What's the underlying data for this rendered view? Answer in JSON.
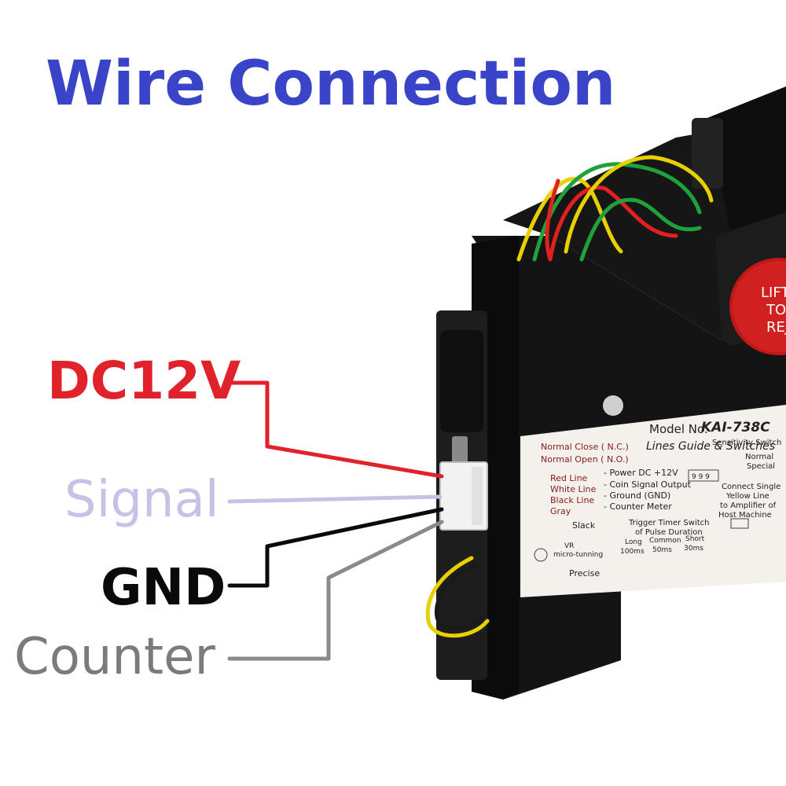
{
  "title": "Wire Connection",
  "wires": [
    {
      "label": "DC12V",
      "color": "#e0222a"
    },
    {
      "label": "Signal",
      "color": "#c6c2e6"
    },
    {
      "label": "GND",
      "color": "#0a0a0a"
    },
    {
      "label": "Counter",
      "color": "#7b7b7b"
    }
  ],
  "device": {
    "knob_text": [
      "LIFT",
      "TO",
      "REJ"
    ],
    "model_label": "Model No.",
    "model_number": "KAI-738C",
    "guide_title": "Lines Guide & Switches",
    "switch_modes": [
      "Normal Close ( N.C.)",
      "Normal Open ( N.O.)"
    ],
    "sensitivity_switch": "Sensitivity Switch",
    "sensitivity_modes": [
      "Normal",
      "Special"
    ],
    "lines": [
      {
        "name": "Red Line",
        "desc": "- Power DC +12V"
      },
      {
        "name": "White Line",
        "desc": "- Coin Signal Output"
      },
      {
        "name": "Black Line",
        "desc": "- Ground (GND)"
      },
      {
        "name": "Gray",
        "desc": "- Counter Meter"
      }
    ],
    "dip_digits": "9 9 9",
    "yellow_line_note": [
      "Connect Single",
      "Yellow Line",
      "to Amplifier of",
      "Host Machine"
    ],
    "trigger_title": [
      "Trigger Timer Switch",
      "of Pulse Duration"
    ],
    "vr_labels": [
      "Slack",
      "VR",
      "micro-tunning",
      "Precise"
    ],
    "timer_options": [
      {
        "name": "Long",
        "value": "100ms"
      },
      {
        "name": "Common",
        "value": "50ms"
      },
      {
        "name": "Short",
        "value": "30ms"
      }
    ]
  }
}
